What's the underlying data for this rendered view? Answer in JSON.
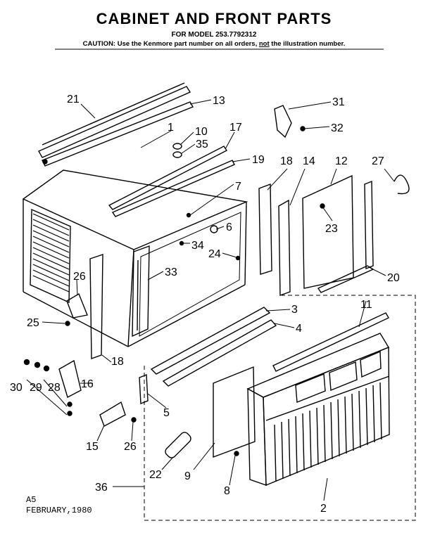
{
  "header": {
    "title": "CABINET AND FRONT PARTS",
    "model": "FOR MODEL 253.7792312",
    "caution_prefix": "CAUTION: Use the Kenmore part number on all orders, ",
    "caution_not": "not",
    "caution_suffix": " the illustration number."
  },
  "footer": {
    "code": "A5",
    "date": "FEBRUARY,1980"
  },
  "callouts": [
    "21",
    "13",
    "1",
    "10",
    "35",
    "17",
    "19",
    "31",
    "32",
    "18",
    "14",
    "12",
    "27",
    "7",
    "6",
    "23",
    "34",
    "24",
    "33",
    "26",
    "20",
    "25",
    "3",
    "4",
    "11",
    "18",
    "16",
    "30",
    "29",
    "28",
    "5",
    "15",
    "26",
    "22",
    "9",
    "8",
    "36",
    "2"
  ]
}
